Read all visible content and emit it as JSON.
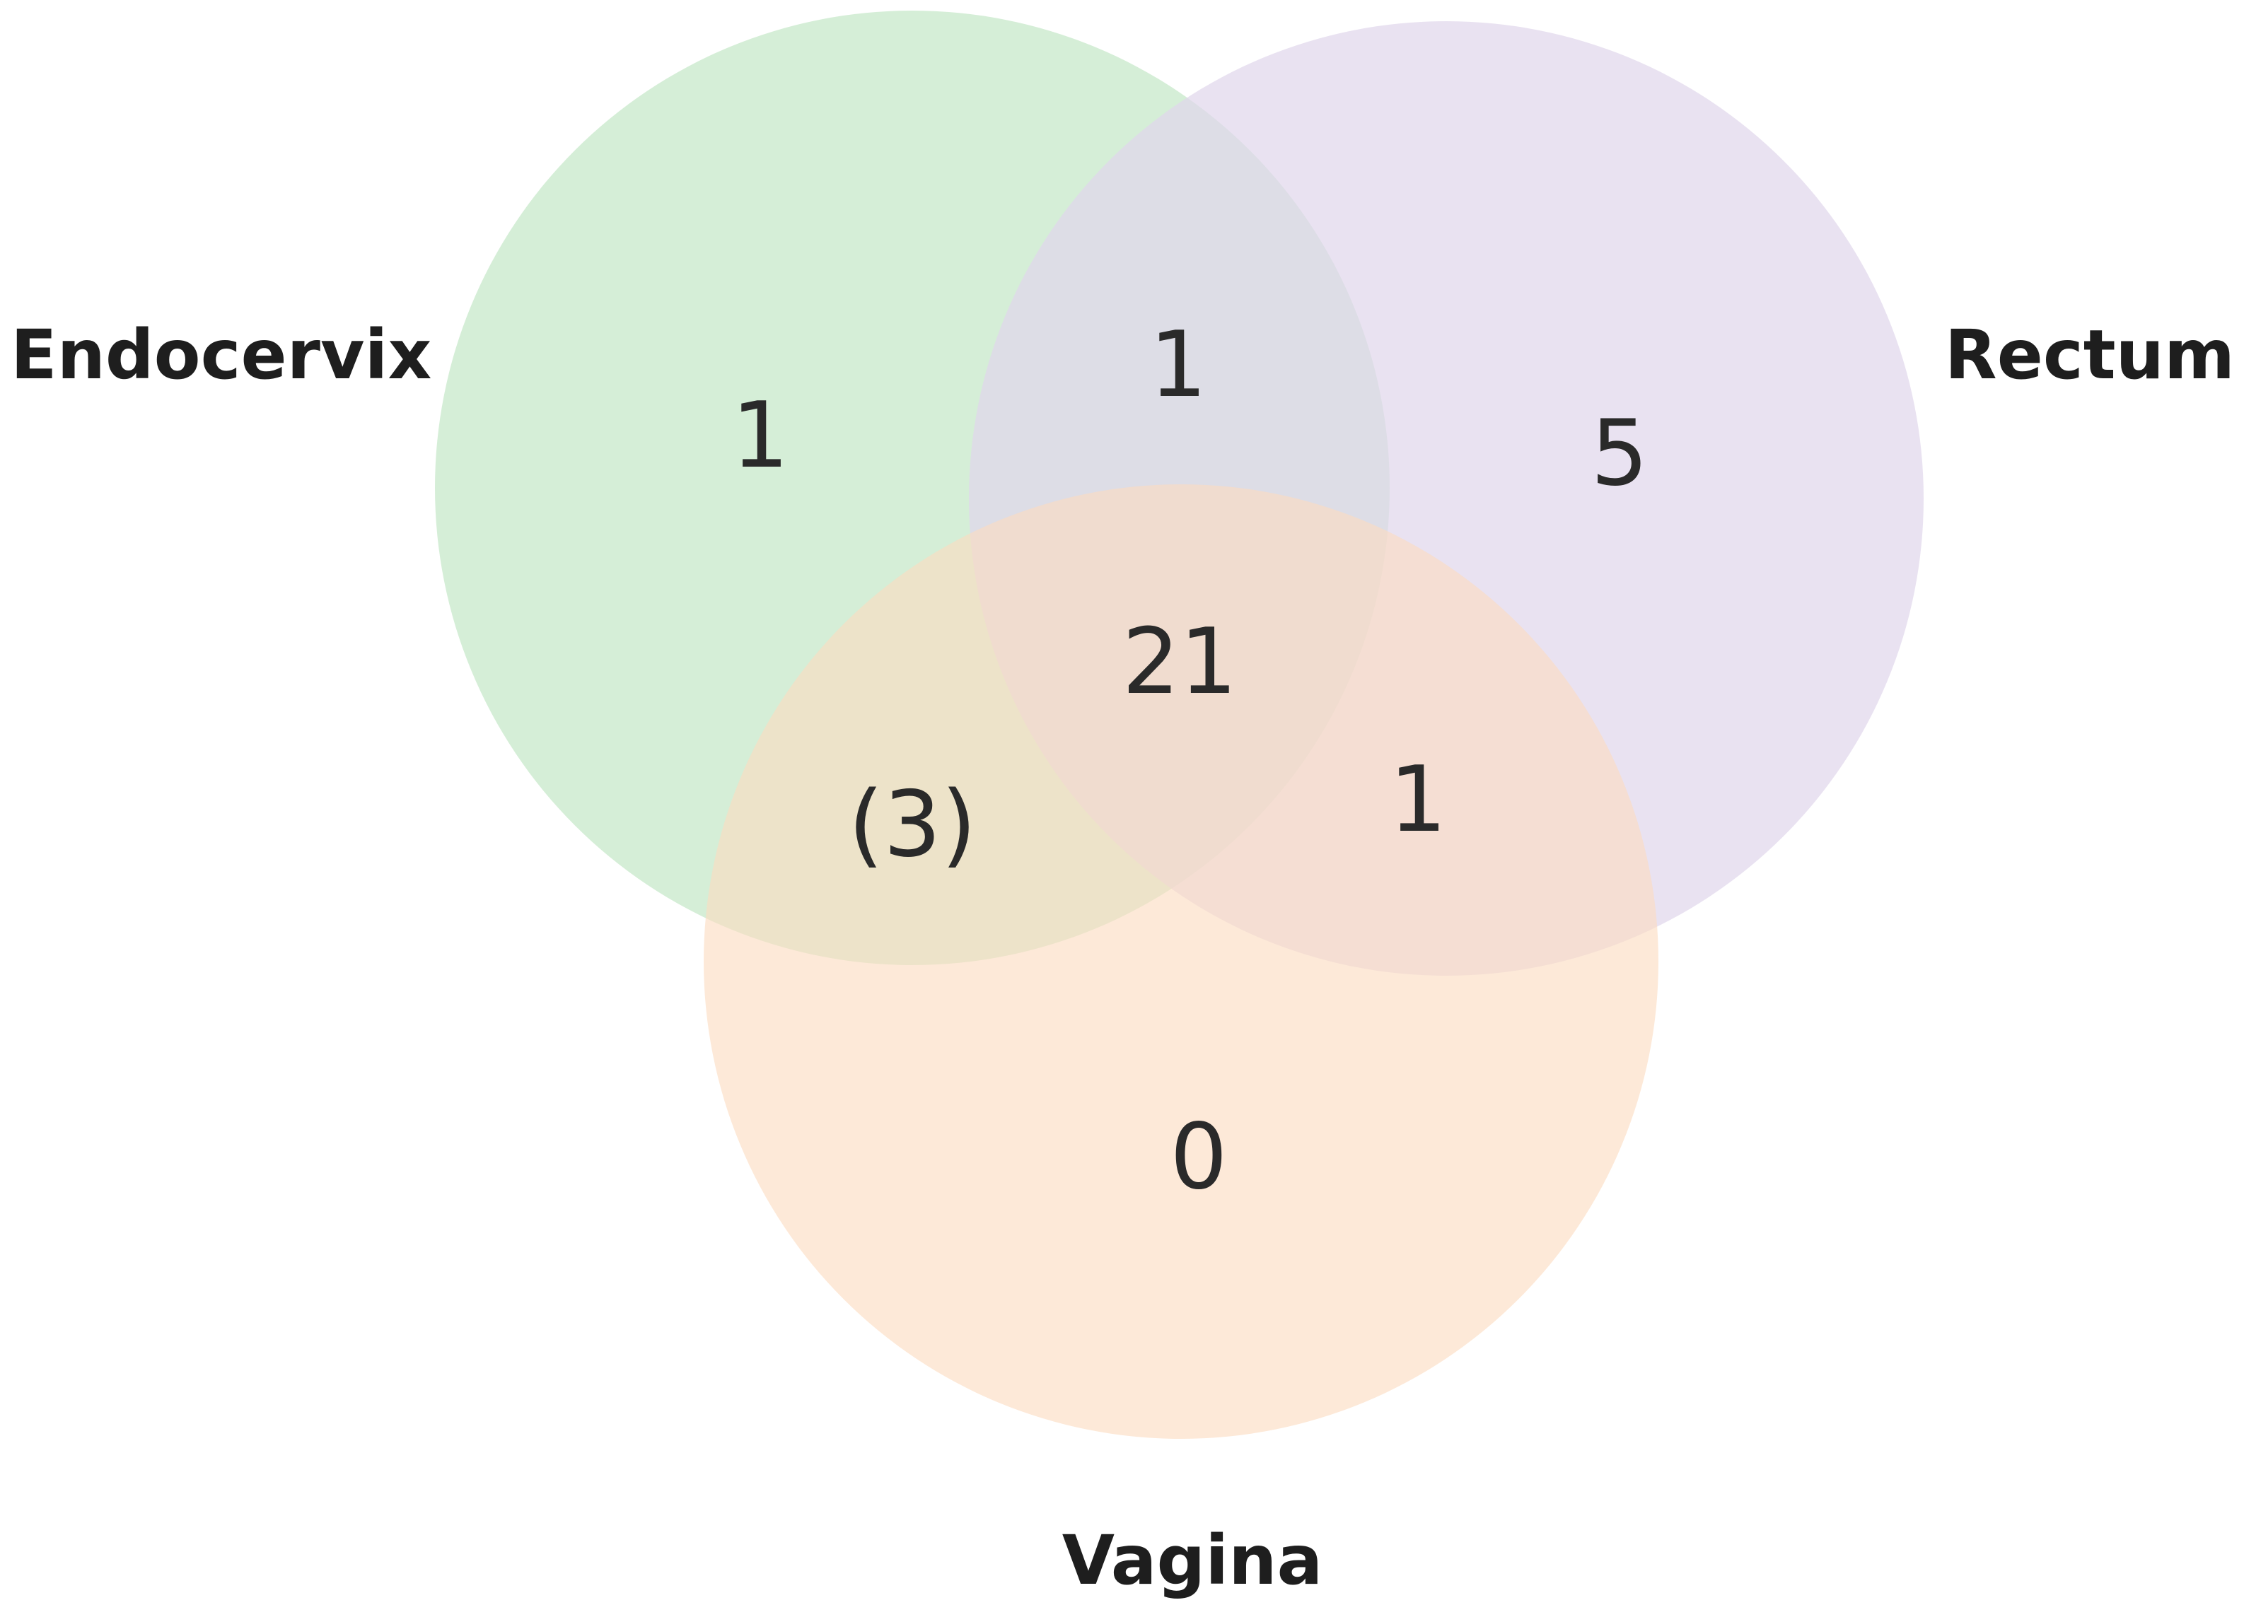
{
  "diagram": {
    "type": "venn",
    "sets": [
      {
        "id": "endocervix",
        "label": "Endocervix",
        "color": "#c9e9cc"
      },
      {
        "id": "rectum",
        "label": "Rectum",
        "color": "#e1d7ec"
      },
      {
        "id": "vagina",
        "label": "Vagina",
        "color": "#fbdcc0"
      }
    ],
    "regions": {
      "endocervix_only": "1",
      "rectum_only": "5",
      "vagina_only": "0",
      "endocervix_rectum": "1",
      "endocervix_vagina": "(3)",
      "rectum_vagina": "1",
      "all_three": "21"
    }
  }
}
